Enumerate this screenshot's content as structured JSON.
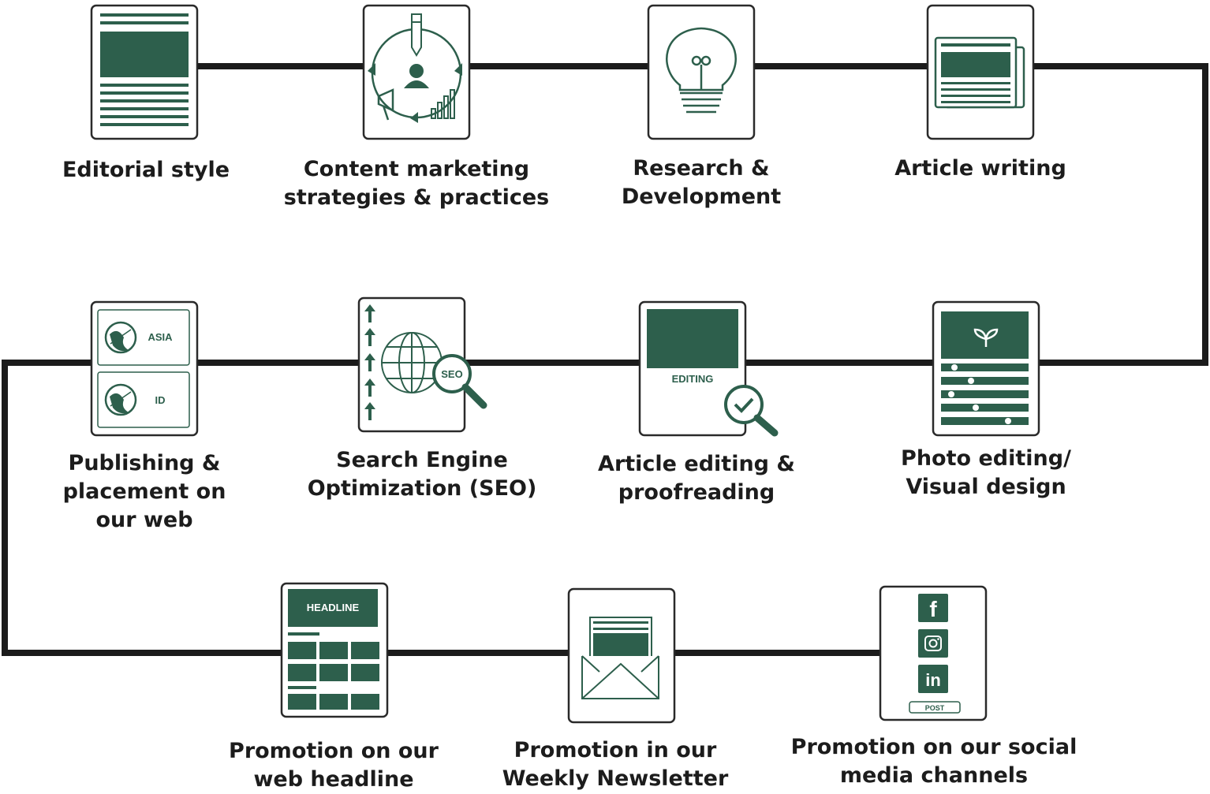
{
  "colors": {
    "accent": "#2d5f4c",
    "line": "#1b1b1b",
    "card_border": "#2a2a2a",
    "text": "#1c1c1c"
  },
  "steps": [
    {
      "id": "editorial-style",
      "label": [
        "Editorial style"
      ],
      "icon": "document-layout-icon"
    },
    {
      "id": "content-marketing",
      "label": [
        "Content marketing",
        "strategies & practices"
      ],
      "icon": "marketing-cycle-icon"
    },
    {
      "id": "research",
      "label": [
        "Research &",
        "Development"
      ],
      "icon": "lightbulb-icon"
    },
    {
      "id": "article-writing",
      "label": [
        "Article writing"
      ],
      "icon": "newspaper-icon"
    },
    {
      "id": "photo-editing",
      "label": [
        "Photo editing/",
        "Visual design"
      ],
      "icon": "photo-layout-icon"
    },
    {
      "id": "article-editing",
      "label": [
        "Article editing &",
        "proofreading"
      ],
      "icon": "editing-check-icon",
      "icon_text": "EDITING"
    },
    {
      "id": "seo",
      "label": [
        "Search Engine",
        "Optimization (SEO)"
      ],
      "icon": "seo-globe-icon",
      "icon_text": "SEO"
    },
    {
      "id": "publishing",
      "label": [
        "Publishing &",
        "placement on",
        "our web"
      ],
      "icon": "region-globe-icon",
      "icon_text": [
        "ASIA",
        "ID"
      ]
    },
    {
      "id": "web-headline",
      "label": [
        "Promotion on our",
        "web headline"
      ],
      "icon": "headline-grid-icon",
      "icon_text": "HEADLINE"
    },
    {
      "id": "newsletter",
      "label": [
        "Promotion in our",
        "Weekly Newsletter"
      ],
      "icon": "envelope-icon"
    },
    {
      "id": "social-media",
      "label": [
        "Promotion on our social",
        "media channels"
      ],
      "icon": "social-media-icon",
      "icon_text": [
        "f",
        "in",
        "POST"
      ]
    }
  ]
}
